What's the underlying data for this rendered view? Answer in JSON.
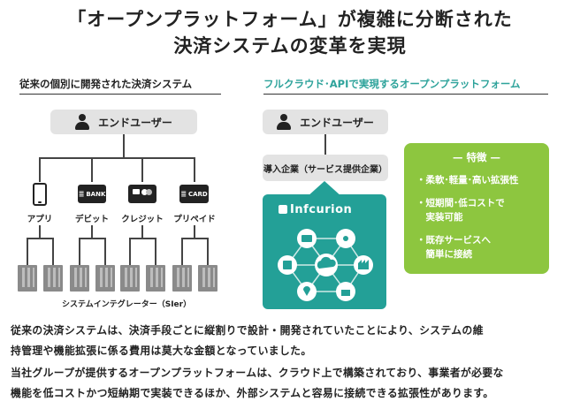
{
  "title": {
    "line1": "「オープンプラットフォーム」が複雑に分断された",
    "line2": "決済システムの変革を実現"
  },
  "left_panel": {
    "heading": "従来の個別に開発された決済システム",
    "end_user": "エンドユーザー",
    "devices": [
      {
        "label": "アプリ",
        "icon": "smartphone-icon"
      },
      {
        "label": "デビット",
        "icon": "debit-card-icon",
        "card_text": "BANK"
      },
      {
        "label": "クレジット",
        "icon": "credit-card-icon"
      },
      {
        "label": "プリペイド",
        "icon": "prepaid-card-icon",
        "card_text": "CARD"
      }
    ],
    "integrator_label": "システムインテグレーター（SIer）"
  },
  "right_panel": {
    "heading": "フルクラウド･APIで実現するオープンプラットフォーム",
    "end_user": "エンドユーザー",
    "adopting_company": "導入企業（サービス提供企業）",
    "platform_logo": "Infcurion",
    "platform_icons": [
      "cloud-icon",
      "card-icon",
      "factory-icon",
      "shop-icon",
      "pos-terminal-icon",
      "map-pin-icon",
      "network-icon"
    ]
  },
  "features": {
    "title": "— 特徴 —",
    "items": [
      [
        "・柔軟･軽量･高い拡張性"
      ],
      [
        "・短期間･低コストで",
        "　実装可能"
      ],
      [
        "・既存サービスへ",
        "　簡単に接続"
      ]
    ]
  },
  "body": {
    "lines": [
      "従来の決済システムは、決済手段ごとに縦割りで設計・開発されていたことにより、システムの維",
      "持管理や機能拡張に係る費用は莫大な金額となっていました。",
      "当社グループが提供するオープンプラットフォームは、クラウド上で構築されており、事業者が必要な",
      "機能を低コストかつ短納期で実装できるほか、外部システムと容易に接続できる拡張性があります。"
    ]
  },
  "colors": {
    "accent_teal": "#23a097",
    "heading_teal": "#2ea39b",
    "feature_green": "#8dc63f",
    "pill_gray": "#e3e3e3"
  }
}
